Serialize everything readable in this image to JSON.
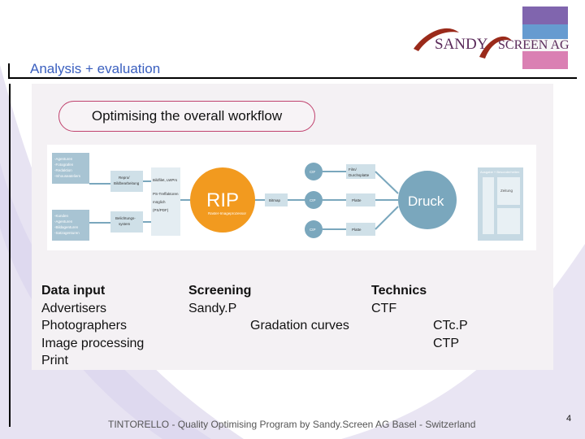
{
  "header": {
    "title": "Analysis + evaluation",
    "logo": {
      "brand_first": "SANDY",
      "brand_second": "SCREEN AG"
    }
  },
  "pill": {
    "label": "Optimising the overall workflow"
  },
  "diagram": {
    "rip_label": "RIP",
    "rip_sub": "Raster-Imageprozessor",
    "druck_label": "Druck",
    "left_box_top": [
      "-Agenturen",
      "-Fotografen",
      "-Redaktion",
      "-Inhouseateliers"
    ],
    "left_box_bottom": [
      "-Kunden",
      "-Agenturen",
      "-Bildagenturen",
      "-Satzagenturen"
    ],
    "mid_box_1": [
      "Repro/",
      "Bildbearbeitung"
    ],
    "mid_box_2": [
      "Belichtungs-",
      "system"
    ],
    "mid_box_3": [
      "Bildfilet, LWPrs",
      "PS-Treffaktoren",
      "möglich",
      "(PS/PDF)"
    ],
    "bitmap_label": "Bitmap",
    "out_1": "CtF",
    "out_2": "CtP",
    "out_3": "CtP",
    "film_label": [
      "Film/",
      "Durchsplatte"
    ],
    "platte_1": "Platte",
    "platte_2": "Platte",
    "right_label_1": "Ausgabe + Besonderheiten",
    "right_label_2": "Zeitung"
  },
  "columns": {
    "data_input": {
      "head": "Data input",
      "items": [
        "Advertisers",
        "Photographers",
        "Image processing",
        "Print"
      ]
    },
    "screening": {
      "head": "Screening",
      "items": [
        "Sandy.P"
      ],
      "extra": "Gradation curves"
    },
    "technics": {
      "head": "Technics",
      "items": [
        "CTF"
      ],
      "extra": [
        "CTc.P",
        "CTP"
      ]
    }
  },
  "footer": {
    "text": "TINTORELLO - Quality Optimising Program by Sandy.Screen AG Basel - Switzerland"
  },
  "page_number": "4",
  "colors": {
    "accent": "#3a5fbf",
    "pill_border": "#c0426e",
    "rip": "#f29a1f",
    "diagram_blue": "#7aa7bd"
  },
  "icons": [
    "logo-dot-grid-icon"
  ]
}
